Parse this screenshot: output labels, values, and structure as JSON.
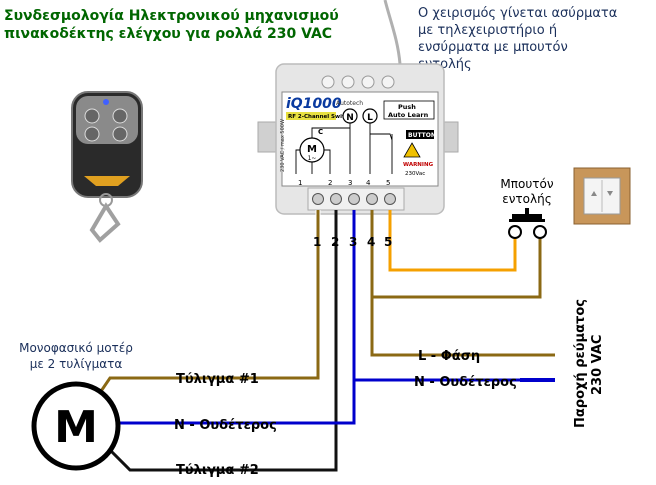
{
  "title": {
    "line1": "Συνδεσμολογία Ηλεκτρονικού μηχανισμού",
    "line2": "πινακοδέκτης ελέγχου για ρολλά 230 VAC"
  },
  "note": {
    "line1": "Ο χειρισμός γίνεται ασύρματα",
    "line2": "με τηλεχειριστήριο ή",
    "line3": "ενσύρματα με μπουτόν",
    "line4": "εντολής"
  },
  "device": {
    "brand": "iQ1000",
    "maker": "Autotech",
    "subtitle": "RF 2-Channel Switch",
    "push_line1": "Push",
    "push_line2": "Auto Learn",
    "button_tag": "BUTTON",
    "warning": "WARNING",
    "voltage": "230Vac",
    "side_text": "230 VAC / max 500W",
    "n_symbol": "N",
    "l_symbol": "L",
    "motor_symbol": "M",
    "motor_sub": "1~",
    "c_label": "C"
  },
  "terminals": [
    "1",
    "2",
    "3",
    "4",
    "5"
  ],
  "button_label": {
    "line1": "Μπουτόν",
    "line2": "εντολής"
  },
  "motor_label": {
    "line1": "Μονοφασικό μοτέρ",
    "line2": "με 2 τυλίγματα"
  },
  "motor_letter": "M",
  "wires": {
    "winding1": "Τύλιγμα #1",
    "neutral_motor": "N - Ουδέτερος",
    "winding2": "Τύλιγμα #2",
    "phase": "L - Φάση",
    "neutral_supply": "N - Ουδέτερος"
  },
  "supply": {
    "line1": "Παροχή ρεύματος",
    "line2": "230 VAC"
  },
  "colors": {
    "brown": "#8b6914",
    "blue": "#0000cc",
    "black": "#111111",
    "orange": "#f5a000",
    "title_green": "#006600"
  }
}
